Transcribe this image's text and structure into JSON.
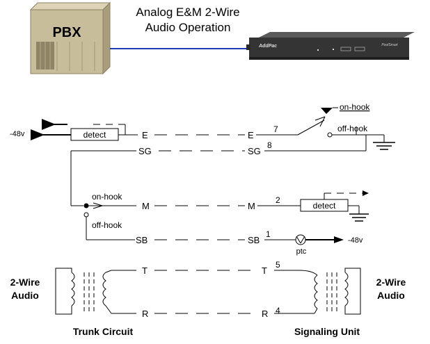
{
  "title": {
    "line1": "Analog E&M 2-Wire",
    "line2": "Audio Operation"
  },
  "pbx": {
    "label": "PBX"
  },
  "gateway": {
    "brand": "AddPac",
    "model_brand": "PoolSmart"
  },
  "left_side": {
    "voltage": "-48v",
    "detect": "detect",
    "leads": {
      "E": "E",
      "SG": "SG",
      "M": "M",
      "SB": "SB",
      "T": "T",
      "R": "R"
    },
    "on_hook": "on-hook",
    "off_hook": "off-hook",
    "audio_label_1": "2-Wire",
    "audio_label_2": "Audio",
    "caption": "Trunk Circuit"
  },
  "right_side": {
    "leads": {
      "E": "E",
      "SG": "SG",
      "M": "M",
      "SB": "SB",
      "T": "T",
      "R": "R"
    },
    "pins": {
      "E": "7",
      "SG": "8",
      "M": "2",
      "SB": "1",
      "T": "5",
      "R": "4"
    },
    "on_hook": "on-hook",
    "off_hook": "off-hook",
    "detect": "detect",
    "ptc": "ptc",
    "voltage": "-48v",
    "audio_label_1": "2-Wire",
    "audio_label_2": "Audio",
    "caption": "Signaling Unit"
  },
  "colors": {
    "pbx_body": "#c8bd9a",
    "pbx_top": "#ddd4b8",
    "pbx_panel": "#8f8566",
    "gateway_body": "#343434",
    "link": "#1f3bb4",
    "line": "#000000"
  }
}
